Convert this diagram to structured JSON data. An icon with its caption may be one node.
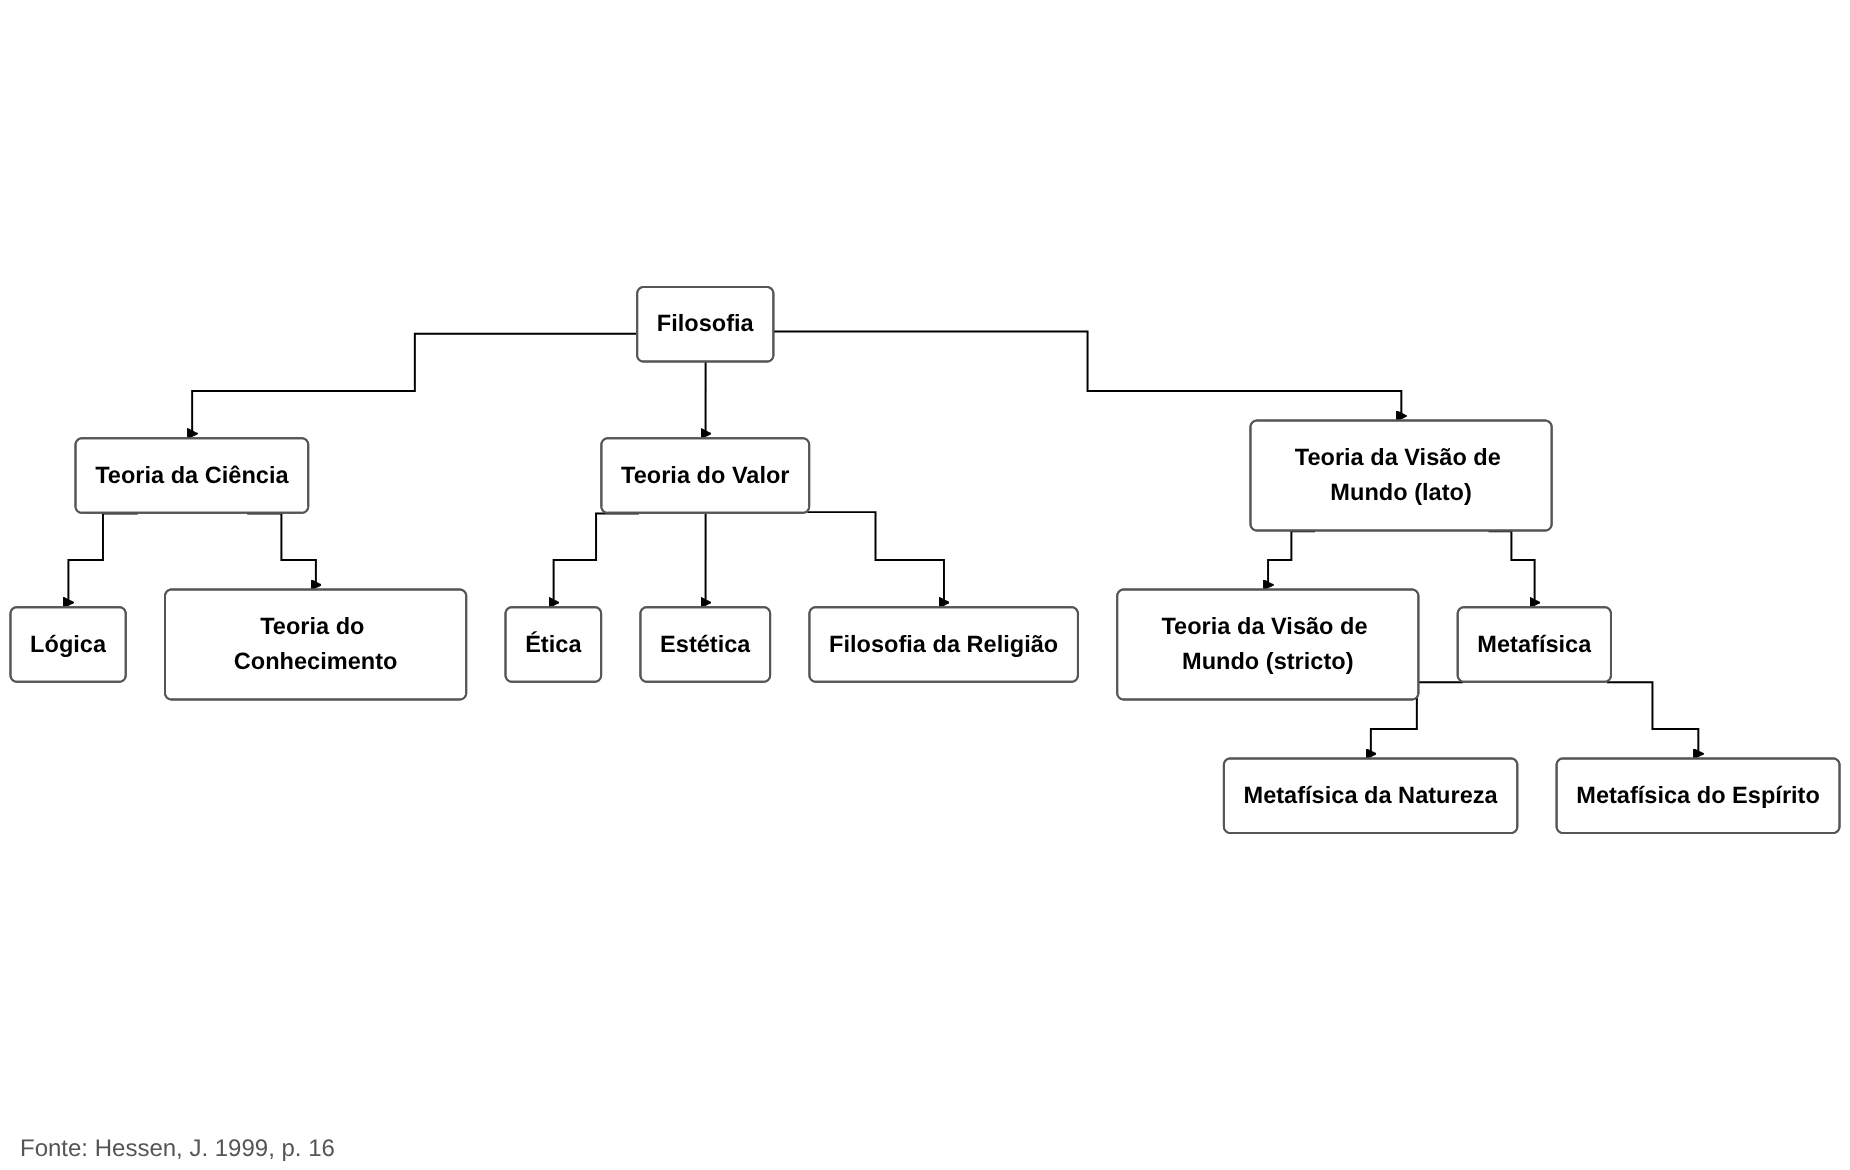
{
  "diagram": {
    "caption": "Fonte: Hessen, J. 1999, p. 16",
    "nodes": [
      {
        "text": [
          "Filosofia"
        ]
      },
      {
        "text": [
          "Teoria da Ciência"
        ]
      },
      {
        "text": [
          "Teoria do Valor"
        ]
      },
      {
        "text": [
          "Teoria da Visão de Mundo (lato)"
        ]
      },
      {
        "text": [
          "Lógica"
        ]
      },
      {
        "text": [
          "Teoria do Conhecimento"
        ]
      },
      {
        "text": [
          "Ética"
        ]
      },
      {
        "text": [
          "Estética"
        ]
      },
      {
        "text": [
          "Filosofia da Religião"
        ]
      },
      {
        "text": [
          "Teoria da Visão de Mundo (stricto)"
        ]
      },
      {
        "text": [
          "Metafísica"
        ]
      },
      {
        "text": [
          "Metafísica da Natureza"
        ]
      },
      {
        "text": [
          "Metafísica do Espírito"
        ]
      }
    ],
    "edges": [
      {
        "from": 0,
        "to": 1,
        "arrow": "to"
      },
      {
        "from": 0,
        "to": 2,
        "arrow": "to"
      },
      {
        "from": 0,
        "to": 3,
        "arrow": "to"
      },
      {
        "from": 1,
        "to": 4,
        "arrow": "to"
      },
      {
        "from": 1,
        "to": 5,
        "arrow": "to"
      },
      {
        "from": 2,
        "to": 6,
        "arrow": "to"
      },
      {
        "from": 2,
        "to": 7,
        "arrow": "to"
      },
      {
        "from": 2,
        "to": 8,
        "arrow": "to"
      },
      {
        "from": 3,
        "to": 9,
        "arrow": "to"
      },
      {
        "from": 3,
        "to": 10,
        "arrow": "to"
      },
      {
        "from": 10,
        "to": 11,
        "arrow": "to"
      },
      {
        "from": 10,
        "to": 12,
        "arrow": "to"
      }
    ]
  }
}
